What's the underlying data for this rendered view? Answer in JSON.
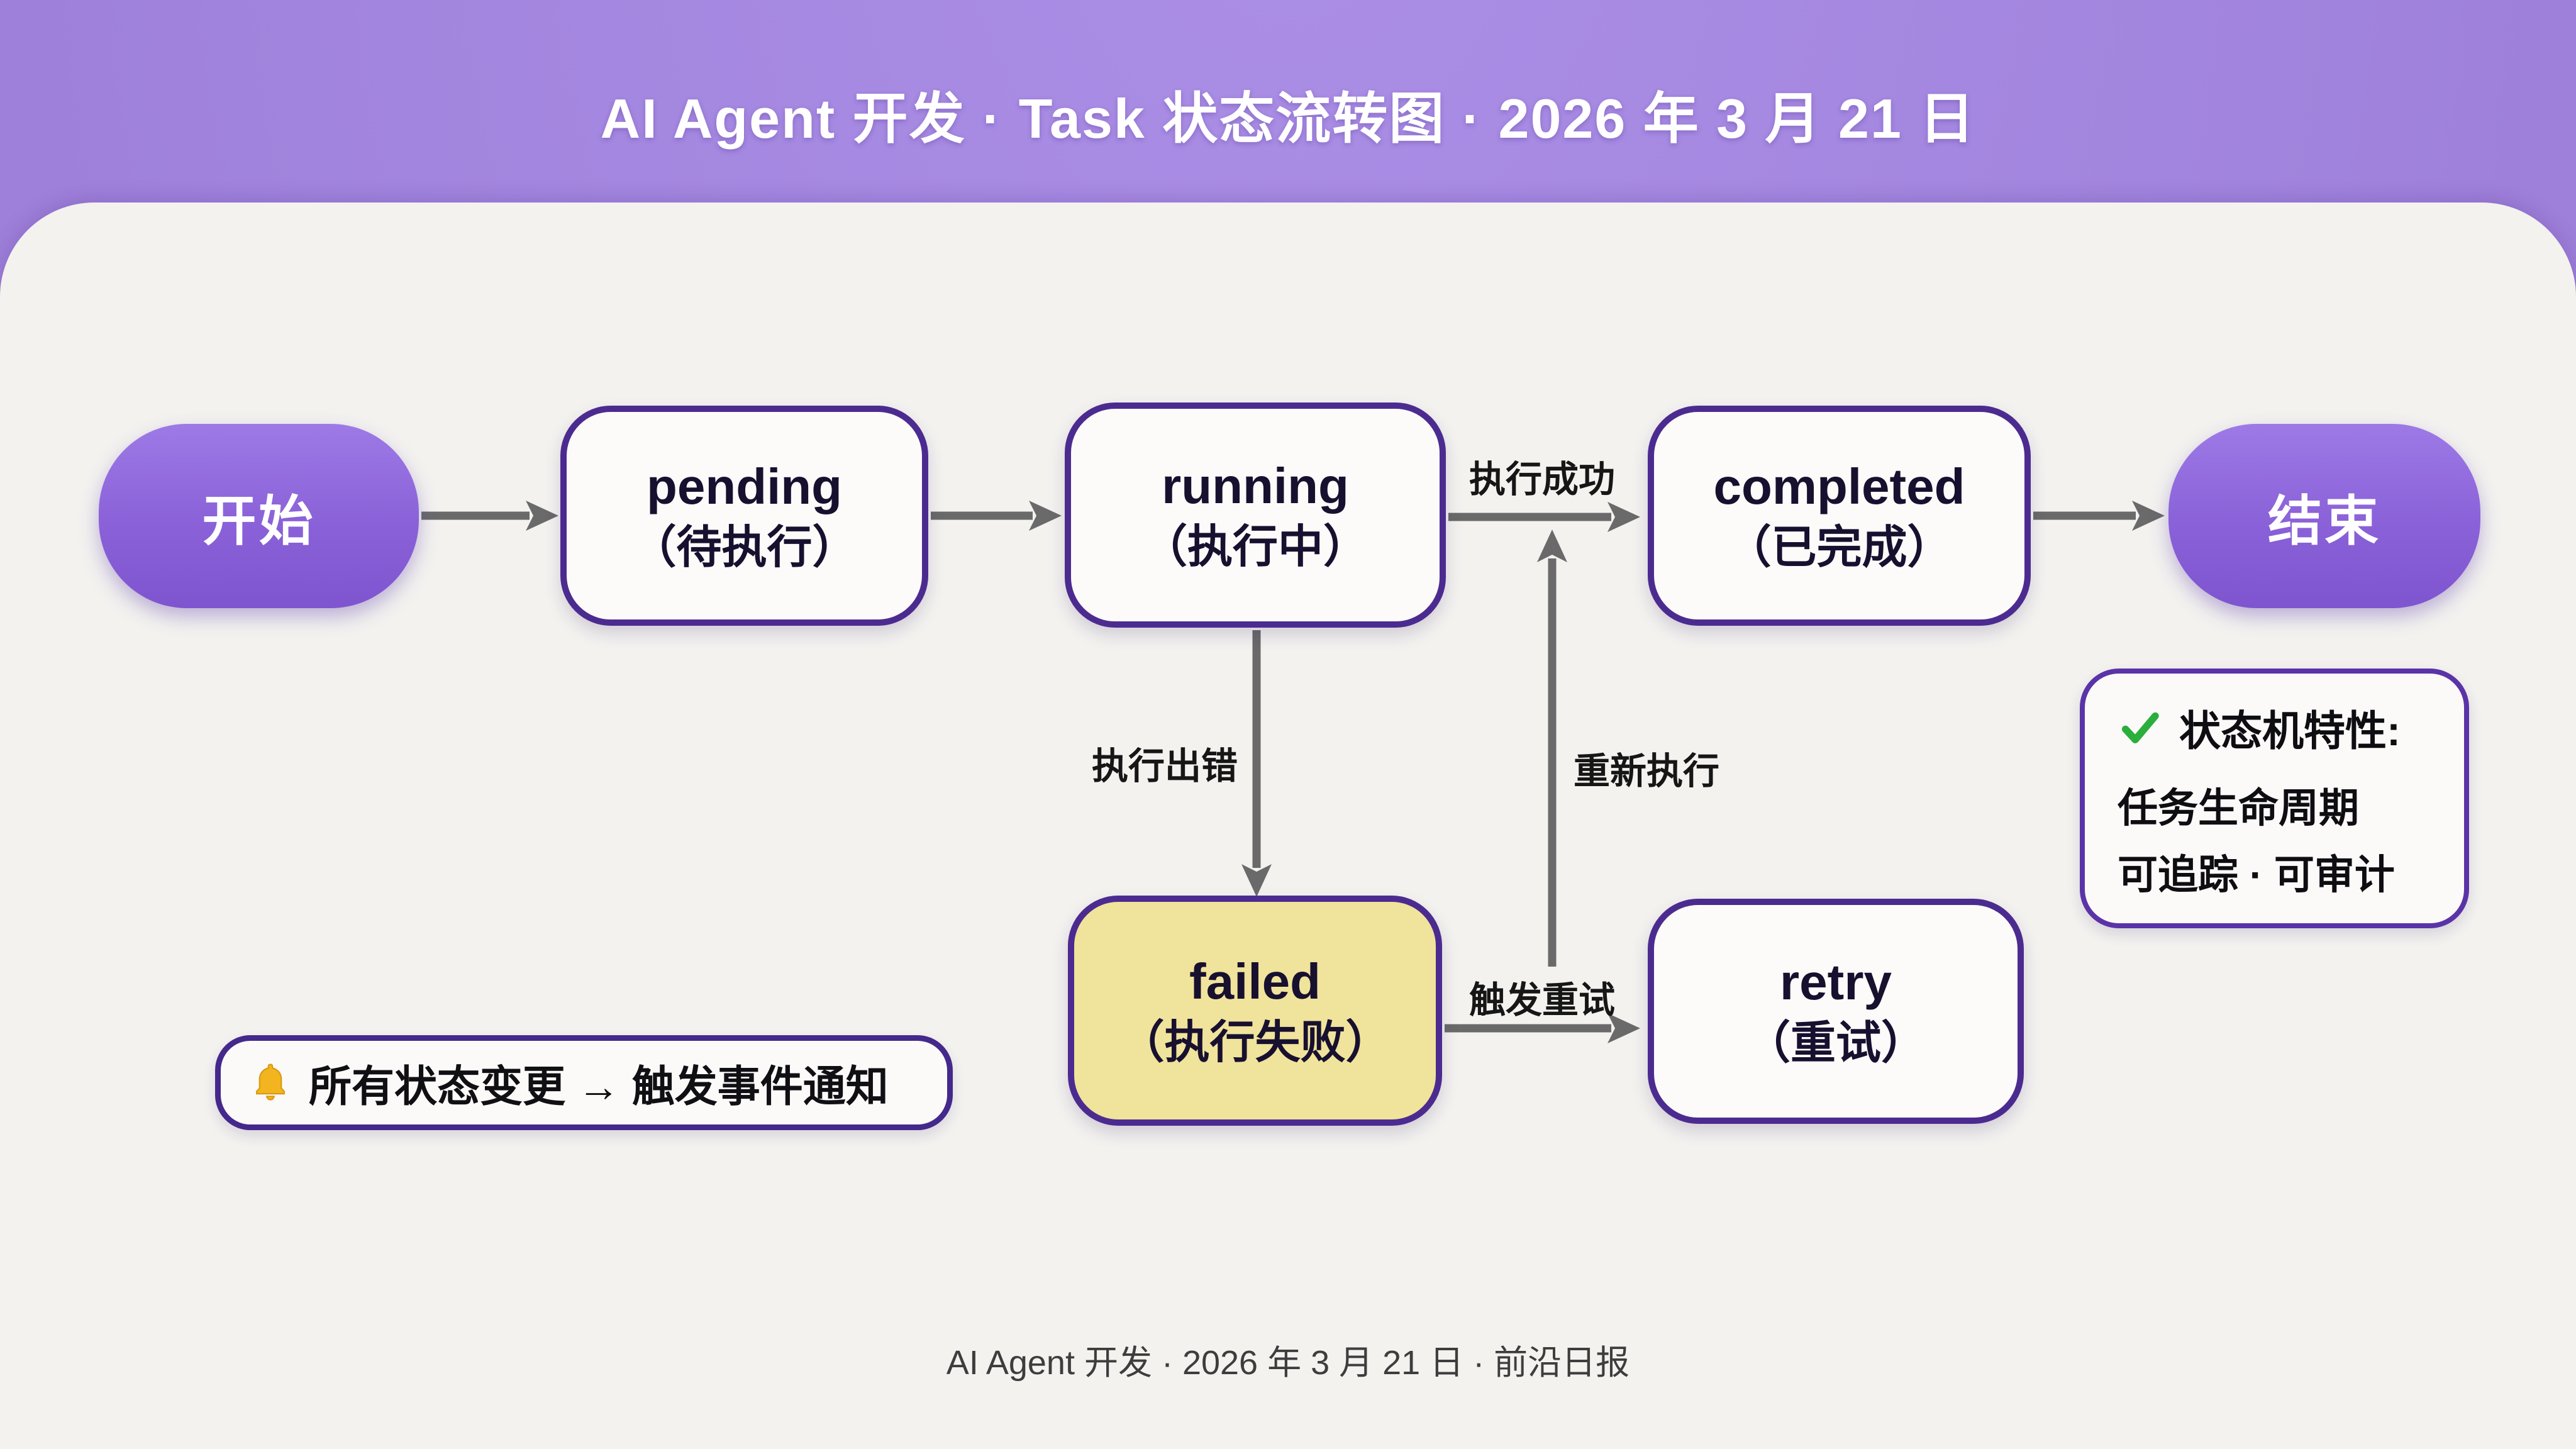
{
  "header": {
    "title": "AI Agent 开发 · Task 状态流转图 · 2026 年 3 月 21 日"
  },
  "nodes": {
    "start": {
      "label": "开始",
      "type": "terminal"
    },
    "pending": {
      "title": "pending",
      "subtitle": "（待执行）"
    },
    "running": {
      "title": "running",
      "subtitle": "（执行中）"
    },
    "completed": {
      "title": "completed",
      "subtitle": "（已完成）"
    },
    "end": {
      "label": "结束",
      "type": "terminal"
    },
    "failed": {
      "title": "failed",
      "subtitle": "（执行失败）"
    },
    "retry": {
      "title": "retry",
      "subtitle": "（重试）"
    }
  },
  "edges": [
    {
      "from": "start",
      "to": "pending",
      "label": ""
    },
    {
      "from": "pending",
      "to": "running",
      "label": ""
    },
    {
      "from": "running",
      "to": "completed",
      "label": "执行成功"
    },
    {
      "from": "completed",
      "to": "end",
      "label": ""
    },
    {
      "from": "running",
      "to": "failed",
      "label": "执行出错"
    },
    {
      "from": "failed",
      "to": "retry",
      "label": "触发重试"
    },
    {
      "from": "retry",
      "to": "completed",
      "label": "重新执行"
    }
  ],
  "note_box": {
    "icon": "check-icon",
    "title": "状态机特性:",
    "lines": [
      "任务生命周期",
      "可追踪 · 可审计"
    ]
  },
  "event_box": {
    "icon": "bell-icon",
    "text": "所有状态变更 → 触发事件通知"
  },
  "footer": {
    "text": "AI Agent 开发 · 2026 年 3 月 21 日 · 前沿日报"
  },
  "colors": {
    "header_purple": "#A184DD",
    "pill_purple": "#8A61D8",
    "node_border": "#4C2B90",
    "note_border": "#5B33A8",
    "failed_fill": "#F0E39C",
    "card_bg": "#F3F2EF",
    "arrow_gray": "#6A6A6A",
    "text_dark": "#18102F",
    "check_green": "#2AAE3C",
    "bell_yellow": "#F2B41F"
  }
}
